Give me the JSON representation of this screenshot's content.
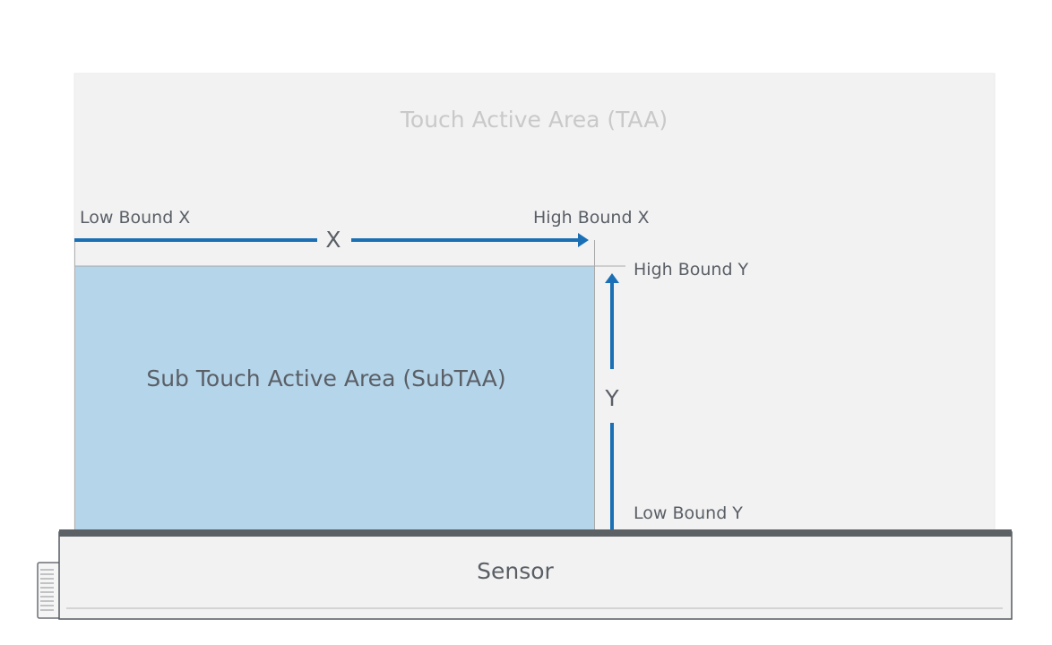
{
  "diagram": {
    "taa_label": "Touch Active Area (TAA)",
    "subtaa_label": "Sub Touch Active Area (SubTAA)",
    "low_bound_x": "Low Bound X",
    "high_bound_x": "High Bound X",
    "high_bound_y": "High Bound Y",
    "low_bound_y": "Low Bound Y",
    "x_axis_label": "X",
    "y_axis_label": "Y",
    "sensor_label": "Sensor"
  },
  "colors": {
    "taa_fill": "#f2f2f2",
    "subtaa_fill": "#b5d5ea",
    "arrow_blue": "#1a6fb5",
    "text_gray": "#5a5f66",
    "taa_text": "#c9c9c9",
    "sensor_fill": "#f2f2f2",
    "sensor_border": "#555a60"
  }
}
